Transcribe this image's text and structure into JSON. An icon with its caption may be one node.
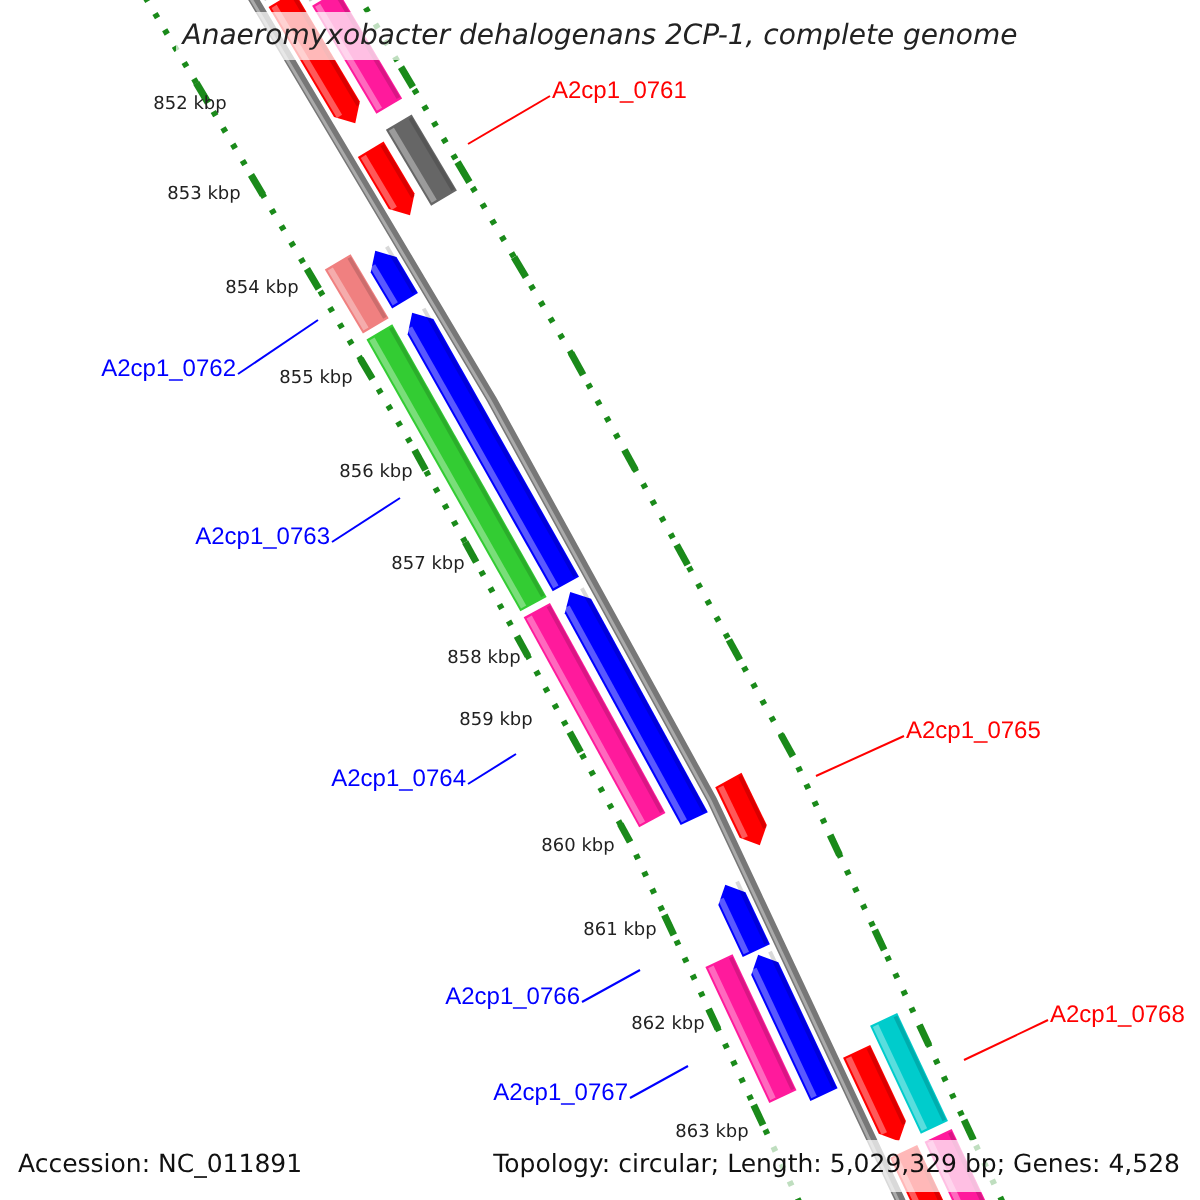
{
  "diagram": {
    "title": "Anaeromyxobacter dehalogenans 2CP-1, complete genome",
    "nodes": [
      {
        "text": [
          "A2cp1_0761"
        ]
      },
      {
        "text": [
          "A2cp1_0762"
        ]
      },
      {
        "text": [
          "A2cp1_0763"
        ]
      },
      {
        "text": [
          "A2cp1_0764"
        ]
      },
      {
        "text": [
          "A2cp1_0765"
        ]
      },
      {
        "text": [
          "A2cp1_0766"
        ]
      },
      {
        "text": [
          "A2cp1_0767"
        ]
      },
      {
        "text": [
          "A2cp1_0768"
        ]
      }
    ],
    "edges": [
      {
        "from": 0,
        "to": null,
        "arrow": "none",
        "color": "#ff0000"
      },
      {
        "from": 1,
        "to": null,
        "arrow": "none",
        "color": "#0000ff"
      },
      {
        "from": 2,
        "to": null,
        "arrow": "none",
        "color": "#0000ff"
      },
      {
        "from": 3,
        "to": null,
        "arrow": "none",
        "color": "#0000ff"
      },
      {
        "from": 4,
        "to": null,
        "arrow": "none",
        "color": "#ff0000"
      },
      {
        "from": 5,
        "to": null,
        "arrow": "none",
        "color": "#0000ff"
      },
      {
        "from": 6,
        "to": null,
        "arrow": "none",
        "color": "#0000ff"
      },
      {
        "from": 7,
        "to": null,
        "arrow": "none",
        "color": "#ff0000"
      }
    ],
    "labels": [
      "852 kbp",
      "853 kbp",
      "854 kbp",
      "855 kbp",
      "856 kbp",
      "857 kbp",
      "858 kbp",
      "859 kbp",
      "860 kbp",
      "861 kbp",
      "862 kbp",
      "863 kbp",
      "Accession: NC_011891",
      "Topology: circular; Length: 5,029,329 bp; Genes: 4,528"
    ]
  }
}
